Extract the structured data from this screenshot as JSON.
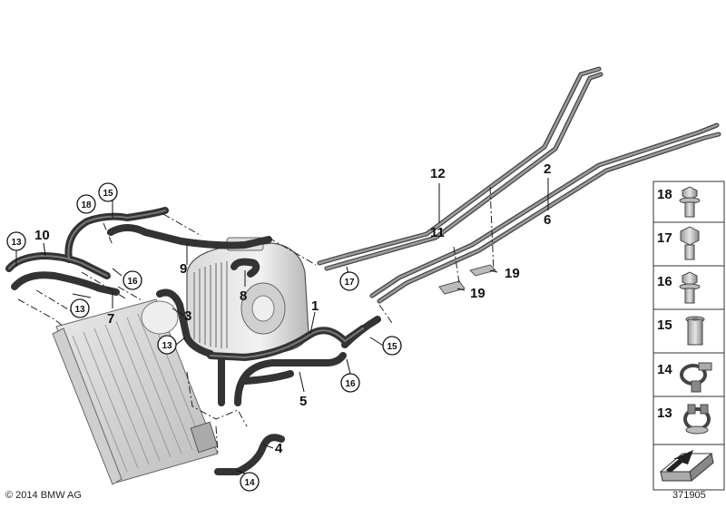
{
  "callouts": {
    "c1": "1",
    "c2": "2",
    "c3": "3",
    "c4": "4",
    "c5": "5",
    "c6": "6",
    "c7": "7",
    "c8": "8",
    "c9": "9",
    "c10": "10",
    "c11": "11",
    "c12": "12",
    "c19a": "19",
    "c19b": "19"
  },
  "circled": {
    "c13a": "13",
    "c13b": "13",
    "c13c": "13",
    "c14": "14",
    "c15a": "15",
    "c15b": "15",
    "c16a": "16",
    "c16b": "16",
    "c17": "17",
    "c18": "18"
  },
  "legend": [
    "18",
    "17",
    "16",
    "15",
    "14",
    "13"
  ],
  "footer": {
    "copyright": "© 2014 BMW AG",
    "doc_number": "371905"
  }
}
